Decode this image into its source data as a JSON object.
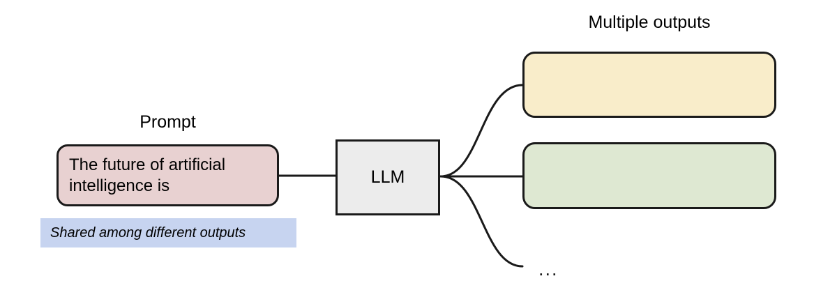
{
  "figure": {
    "title": "LLM multiple outputs diagram",
    "background": "#ffffff"
  },
  "labels": {
    "prompt": "Prompt",
    "multiple_outputs": "Multiple outputs"
  },
  "nodes": {
    "prompt": {
      "text": "The future of artificial\nintelligence is",
      "fill": "#e8d1d1",
      "stroke": "#1a1a1a",
      "shape": "rounded-rect"
    },
    "llm": {
      "text": "LLM",
      "fill": "#ececec",
      "stroke": "#1a1a1a",
      "shape": "rect"
    },
    "output_1": {
      "text": "",
      "fill": "#f9edca",
      "stroke": "#1a1a1a",
      "shape": "rounded-rect"
    },
    "output_2": {
      "text": "",
      "fill": "#dee8d2",
      "stroke": "#1a1a1a",
      "shape": "rounded-rect"
    }
  },
  "annotations": {
    "shared_note": "Shared among different outputs",
    "shared_note_fill": "#c7d4f0",
    "ellipsis": "..."
  },
  "edges": {
    "stroke": "#1a1a1a",
    "width": 3,
    "connections": [
      "prompt-to-llm",
      "llm-to-output-1",
      "llm-to-output-2",
      "llm-to-ellipsis"
    ]
  }
}
